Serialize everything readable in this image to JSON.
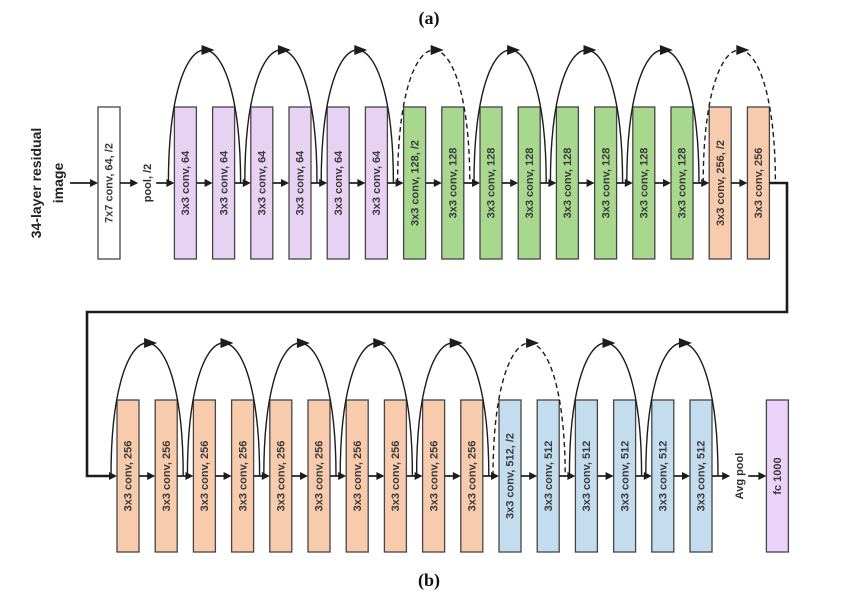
{
  "figure": {
    "panel_a_label": "(a)",
    "panel_b_label": "(b)",
    "input_label": {
      "line1": "34-layer residual",
      "line2": "image"
    },
    "colors": {
      "white": "#ffffff",
      "purple": "#e8d2f4",
      "green": "#a8d78e",
      "peach": "#f8cbad",
      "blue": "#c3dcee",
      "violet": "#ebd2f8",
      "border": "#454545",
      "box_text": "#3b3b3b",
      "op_text": "#2f2f2f",
      "line": "#1c1c1c"
    },
    "rows": [
      {
        "name": "top",
        "elements": [
          {
            "kind": "box",
            "color": "white",
            "label": "7x7 conv, 64, /2"
          },
          {
            "kind": "text",
            "label": "pool, /2"
          },
          {
            "kind": "box",
            "color": "purple",
            "label": "3x3 conv, 64"
          },
          {
            "kind": "box",
            "color": "purple",
            "label": "3x3 conv, 64"
          },
          {
            "kind": "box",
            "color": "purple",
            "label": "3x3 conv, 64"
          },
          {
            "kind": "box",
            "color": "purple",
            "label": "3x3 conv, 64"
          },
          {
            "kind": "box",
            "color": "purple",
            "label": "3x3 conv, 64"
          },
          {
            "kind": "box",
            "color": "purple",
            "label": "3x3 conv, 64"
          },
          {
            "kind": "box",
            "color": "green",
            "label": "3x3 conv, 128, /2"
          },
          {
            "kind": "box",
            "color": "green",
            "label": "3x3 conv, 128"
          },
          {
            "kind": "box",
            "color": "green",
            "label": "3x3 conv, 128"
          },
          {
            "kind": "box",
            "color": "green",
            "label": "3x3 conv, 128"
          },
          {
            "kind": "box",
            "color": "green",
            "label": "3x3 conv, 128"
          },
          {
            "kind": "box",
            "color": "green",
            "label": "3x3 conv, 128"
          },
          {
            "kind": "box",
            "color": "green",
            "label": "3x3 conv, 128"
          },
          {
            "kind": "box",
            "color": "green",
            "label": "3x3 conv, 128"
          },
          {
            "kind": "box",
            "color": "peach",
            "label": "3x3 conv, 256, /2"
          },
          {
            "kind": "box",
            "color": "peach",
            "label": "3x3 conv, 256"
          }
        ],
        "skips": [
          {
            "from": 2,
            "to": 3,
            "style": "solid"
          },
          {
            "from": 4,
            "to": 5,
            "style": "solid"
          },
          {
            "from": 6,
            "to": 7,
            "style": "solid"
          },
          {
            "from": 8,
            "to": 9,
            "style": "dashed"
          },
          {
            "from": 10,
            "to": 11,
            "style": "solid"
          },
          {
            "from": 12,
            "to": 13,
            "style": "solid"
          },
          {
            "from": 14,
            "to": 15,
            "style": "solid"
          },
          {
            "from": 16,
            "to": 17,
            "style": "dashed"
          }
        ]
      },
      {
        "name": "bottom",
        "elements": [
          {
            "kind": "box",
            "color": "peach",
            "label": "3x3 conv, 256"
          },
          {
            "kind": "box",
            "color": "peach",
            "label": "3x3 conv, 256"
          },
          {
            "kind": "box",
            "color": "peach",
            "label": "3x3 conv, 256"
          },
          {
            "kind": "box",
            "color": "peach",
            "label": "3x3 conv, 256"
          },
          {
            "kind": "box",
            "color": "peach",
            "label": "3x3 conv, 256"
          },
          {
            "kind": "box",
            "color": "peach",
            "label": "3x3 conv, 256"
          },
          {
            "kind": "box",
            "color": "peach",
            "label": "3x3 conv, 256"
          },
          {
            "kind": "box",
            "color": "peach",
            "label": "3x3 conv, 256"
          },
          {
            "kind": "box",
            "color": "peach",
            "label": "3x3 conv, 256"
          },
          {
            "kind": "box",
            "color": "peach",
            "label": "3x3 conv, 256"
          },
          {
            "kind": "box",
            "color": "blue",
            "label": "3x3 conv, 512, /2"
          },
          {
            "kind": "box",
            "color": "blue",
            "label": "3x3 conv, 512"
          },
          {
            "kind": "box",
            "color": "blue",
            "label": "3x3 conv, 512"
          },
          {
            "kind": "box",
            "color": "blue",
            "label": "3x3 conv, 512"
          },
          {
            "kind": "box",
            "color": "blue",
            "label": "3x3 conv, 512"
          },
          {
            "kind": "box",
            "color": "blue",
            "label": "3x3 conv, 512"
          },
          {
            "kind": "text",
            "label": "Avg pool"
          },
          {
            "kind": "box",
            "color": "violet",
            "label": "fc 1000"
          }
        ],
        "skips": [
          {
            "from": 0,
            "to": 1,
            "style": "solid"
          },
          {
            "from": 2,
            "to": 3,
            "style": "solid"
          },
          {
            "from": 4,
            "to": 5,
            "style": "solid"
          },
          {
            "from": 6,
            "to": 7,
            "style": "solid"
          },
          {
            "from": 8,
            "to": 9,
            "style": "solid"
          },
          {
            "from": 10,
            "to": 11,
            "style": "dashed"
          },
          {
            "from": 12,
            "to": 13,
            "style": "solid"
          },
          {
            "from": 14,
            "to": 15,
            "style": "solid"
          }
        ]
      }
    ]
  }
}
